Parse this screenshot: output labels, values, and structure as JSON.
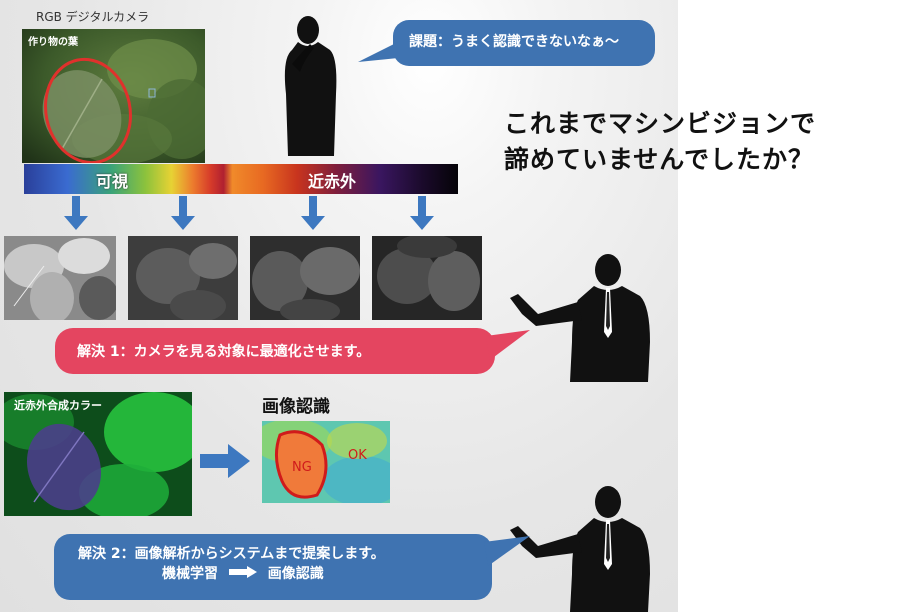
{
  "camera_label": "RGB デジタルカメラ",
  "leaf_caption": "作り物の葉",
  "spectrum": {
    "visible_label": "可視",
    "nir_label": "近赤外"
  },
  "problem_bubble": "課題：うまく認識できないなぁ～",
  "headline": {
    "line1": "これまでマシンビジョンで",
    "line2": "諦めていませんでしたか？"
  },
  "solution1_bubble": "解決 1：カメラを見る対象に最適化させます。",
  "nir_color_label": "近赤外合成カラー",
  "recognition_title": "画像認識",
  "recognition_marks": {
    "ng": "NG",
    "ok": "OK"
  },
  "solution2": {
    "line1": "解決 2：画像解析からシステムまで提案します。",
    "line2a": "機械学習",
    "line2b": "画像認識"
  },
  "colors": {
    "bubble_blue": "#3f73b1",
    "bubble_red": "#e44560",
    "arrow_blue": "#3d78c0",
    "nir_green": "#1fae3a"
  }
}
